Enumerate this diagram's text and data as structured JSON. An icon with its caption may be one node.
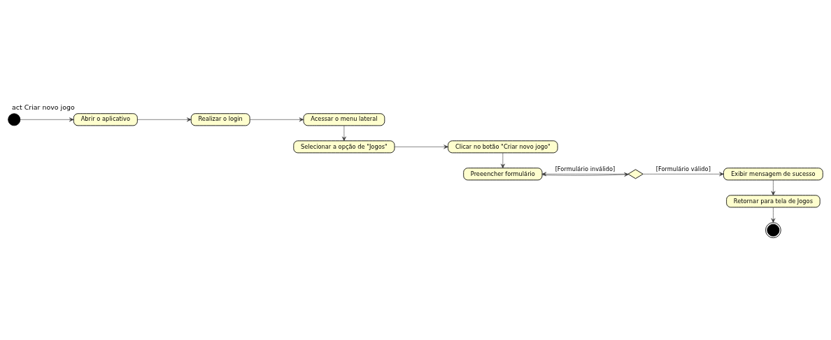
{
  "diagram": {
    "title": "act Criar novo jogo",
    "nodes": [
      {
        "text": [],
        "shape": "circle"
      },
      {
        "text": [
          "Abrir o aplicativo"
        ]
      },
      {
        "text": [
          "Realizar o login"
        ]
      },
      {
        "text": [
          "Acessar o menu lateral"
        ]
      },
      {
        "text": [
          "Selecionar a opção de \"Jogos\""
        ]
      },
      {
        "text": [
          "Clicar no botão \"Criar novo jogo\""
        ]
      },
      {
        "text": [
          "Preeencher formulário"
        ]
      },
      {
        "text": [],
        "shape": "diamond"
      },
      {
        "text": [
          "Exibir mensagem de sucesso"
        ]
      },
      {
        "text": [
          "Retornar para tela de Jogos"
        ]
      },
      {
        "text": [],
        "shape": "bullseye"
      }
    ],
    "edges": [
      {
        "from": 0,
        "to": 1,
        "arrow": "to"
      },
      {
        "from": 1,
        "to": 2,
        "arrow": "to"
      },
      {
        "from": 2,
        "to": 3,
        "arrow": "to"
      },
      {
        "from": 3,
        "to": 4,
        "arrow": "to"
      },
      {
        "from": 4,
        "to": 5,
        "arrow": "to"
      },
      {
        "from": 5,
        "to": 6,
        "arrow": "to"
      },
      {
        "from": 6,
        "to": 7,
        "arrow": "to"
      },
      {
        "from": 7,
        "to": 8,
        "arrow": "to",
        "label": "[Formulário válido]"
      },
      {
        "from": 7,
        "to": 6,
        "arrow": "to",
        "label": "[Formulário inválido]"
      },
      {
        "from": 8,
        "to": 9,
        "arrow": "to"
      },
      {
        "from": 9,
        "to": 10,
        "arrow": "to"
      }
    ]
  }
}
